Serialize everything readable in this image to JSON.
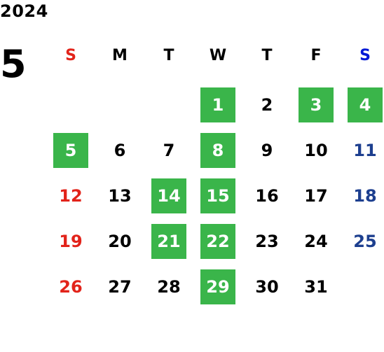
{
  "calendar": {
    "year": "2024",
    "month": "5",
    "weekdays": [
      "S",
      "M",
      "T",
      "W",
      "T",
      "F",
      "S"
    ],
    "first_weekday": 3,
    "days_in_month": 31,
    "highlighted_days": [
      1,
      3,
      4,
      5,
      8,
      14,
      15,
      21,
      22,
      29
    ],
    "colors": {
      "highlight_bg": "#3ab54a",
      "highlight_text": "#ffffff",
      "sunday": "#e2231a",
      "saturday_header": "#0018d6",
      "saturday": "#1d3f8f",
      "weekday": "#000000"
    }
  }
}
